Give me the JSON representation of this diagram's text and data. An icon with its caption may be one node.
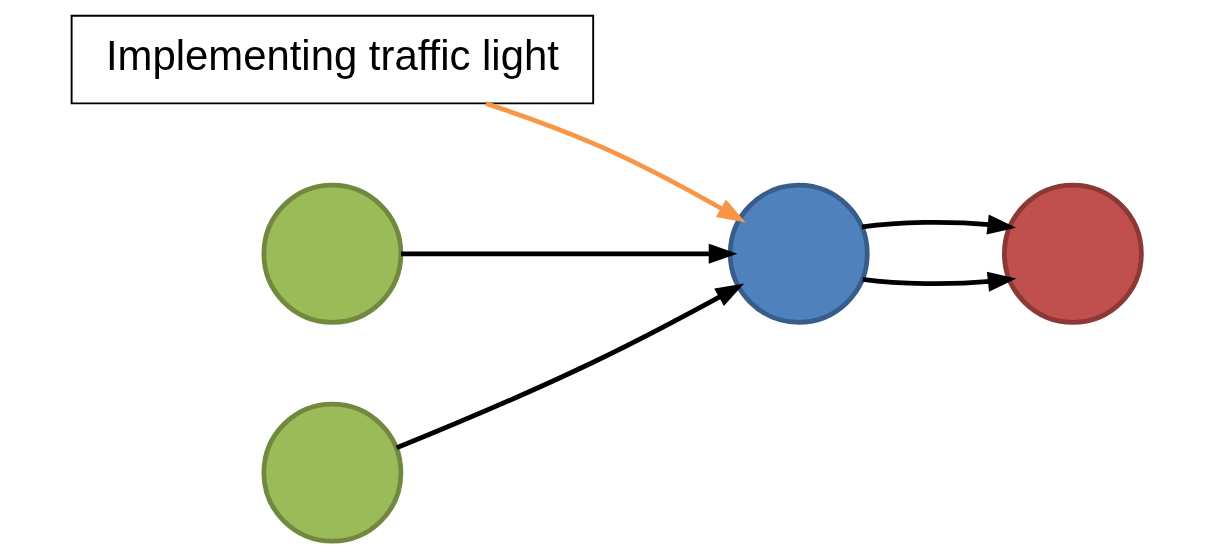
{
  "diagram": {
    "nodes": [
      {
        "text": [
          "Implementing traffic light"
        ]
      },
      {
        "text": [],
        "shape": "circle"
      },
      {
        "text": [],
        "shape": "circle"
      },
      {
        "text": [],
        "shape": "circle"
      },
      {
        "text": [],
        "shape": "circle"
      }
    ],
    "edges": [
      {
        "from": 0,
        "to": 3,
        "arrow": "to",
        "color": "#f79646"
      },
      {
        "from": 1,
        "to": 3,
        "arrow": "to"
      },
      {
        "from": 2,
        "to": 3,
        "arrow": "to"
      },
      {
        "from": 3,
        "to": 4,
        "arrow": "to"
      },
      {
        "from": 3,
        "to": 4,
        "arrow": "to"
      }
    ]
  }
}
